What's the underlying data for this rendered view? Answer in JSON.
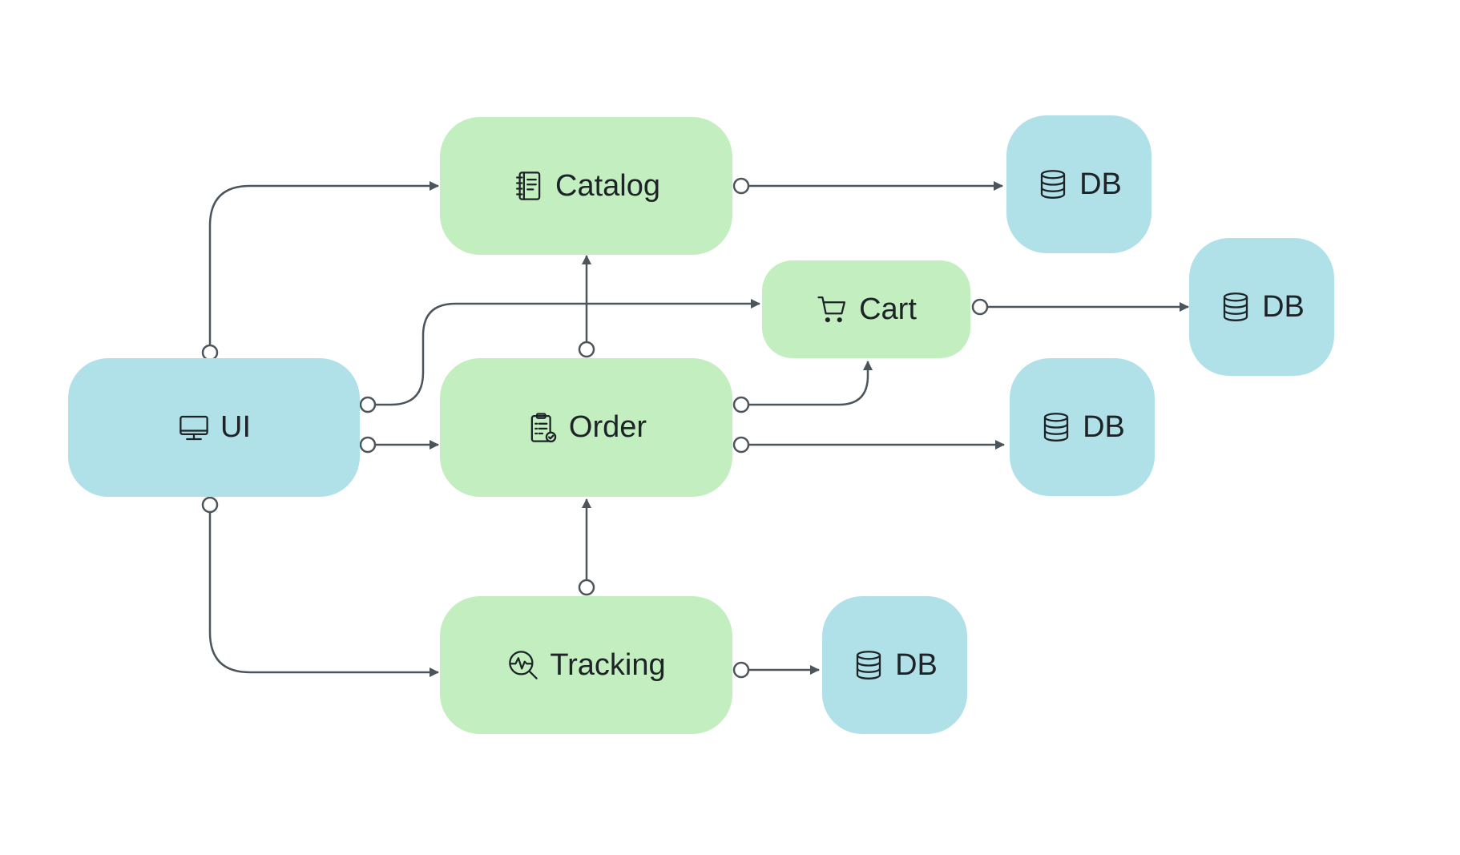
{
  "colors": {
    "service": "#c2eec0",
    "store": "#b1e1e8",
    "edge": "#4c555b",
    "text": "#1d2327"
  },
  "nodes": {
    "ui": {
      "label": "UI",
      "icon": "monitor-icon"
    },
    "catalog": {
      "label": "Catalog",
      "icon": "notebook-icon"
    },
    "cart": {
      "label": "Cart",
      "icon": "cart-icon"
    },
    "order": {
      "label": "Order",
      "icon": "clipboard-check-icon"
    },
    "tracking": {
      "label": "Tracking",
      "icon": "chart-search-icon"
    },
    "db_catalog": {
      "label": "DB",
      "icon": "database-icon"
    },
    "db_cart": {
      "label": "DB",
      "icon": "database-icon"
    },
    "db_order": {
      "label": "DB",
      "icon": "database-icon"
    },
    "db_tracking": {
      "label": "DB",
      "icon": "database-icon"
    }
  },
  "edges": [
    {
      "from": "ui",
      "to": "catalog"
    },
    {
      "from": "ui",
      "to": "cart"
    },
    {
      "from": "ui",
      "to": "order"
    },
    {
      "from": "ui",
      "to": "tracking"
    },
    {
      "from": "order",
      "to": "catalog"
    },
    {
      "from": "order",
      "to": "cart"
    },
    {
      "from": "tracking",
      "to": "order"
    },
    {
      "from": "catalog",
      "to": "db_catalog"
    },
    {
      "from": "cart",
      "to": "db_cart"
    },
    {
      "from": "order",
      "to": "db_order"
    },
    {
      "from": "tracking",
      "to": "db_tracking"
    }
  ]
}
